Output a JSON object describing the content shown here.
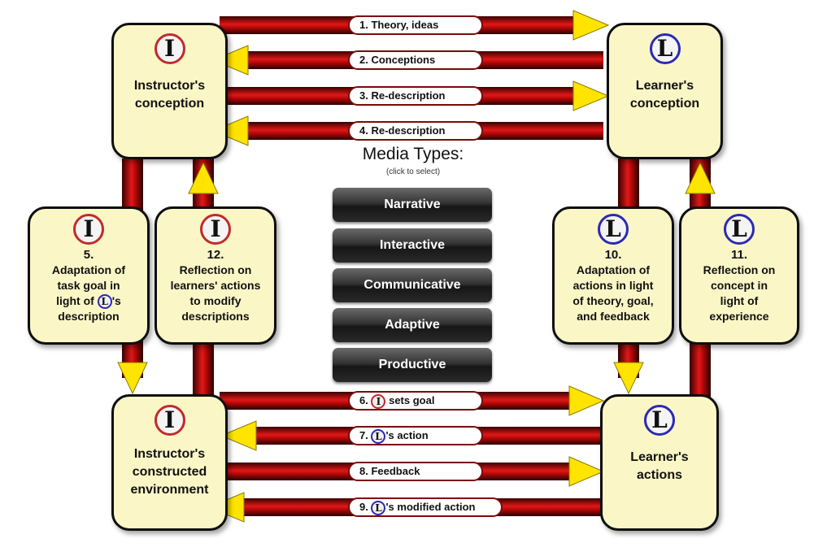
{
  "boxes": {
    "instructor_conception": {
      "badge": "I",
      "title_1": "Instructor's",
      "title_2": "conception"
    },
    "learner_conception": {
      "badge": "L",
      "title_1": "Learner's",
      "title_2": "conception"
    },
    "instructor_environment": {
      "badge": "I",
      "title_1": "Instructor's",
      "title_2": "constructed",
      "title_3": "environment"
    },
    "learner_actions": {
      "badge": "L",
      "title_1": "Learner's",
      "title_2": "actions"
    },
    "box5": {
      "badge": "I",
      "num": "5.",
      "line1": "Adaptation of",
      "line2": "task goal in",
      "line3_pre": "light of",
      "line3_badge": "L",
      "line3_post": "'s",
      "line4": "description"
    },
    "box12": {
      "badge": "I",
      "num": "12.",
      "line1": "Reflection on",
      "line2": "learners' actions",
      "line3": "to modify",
      "line4": "descriptions"
    },
    "box10": {
      "badge": "L",
      "num": "10.",
      "line1": "Adaptation of",
      "line2": "actions in light",
      "line3": "of theory, goal,",
      "line4": "and feedback"
    },
    "box11": {
      "badge": "L",
      "num": "11.",
      "line1": "Reflection on",
      "line2": "concept in",
      "line3": "light of",
      "line4": "experience"
    }
  },
  "flows": {
    "f1": "1. Theory, ideas",
    "f2": "2. Conceptions",
    "f3": "3. Re-description",
    "f4": "4. Re-description",
    "f6_pre": "6.",
    "f6_badge": "I",
    "f6_post": "sets goal",
    "f7_pre": "7.",
    "f7_badge": "L",
    "f7_post": "'s action",
    "f8": "8. Feedback",
    "f9_pre": "9.",
    "f9_badge": "L",
    "f9_post": "'s modified action"
  },
  "media": {
    "title": "Media Types:",
    "subtitle": "(click to select)",
    "buttons": [
      "Narrative",
      "Interactive",
      "Communicative",
      "Adaptive",
      "Productive"
    ]
  },
  "colors": {
    "box_fill": "#fbf6c6",
    "pipe_red": "#cc1010",
    "arrow_yellow": "#ffe400",
    "instructor_ring": "#c22a2a",
    "learner_ring": "#2a2ab4"
  }
}
